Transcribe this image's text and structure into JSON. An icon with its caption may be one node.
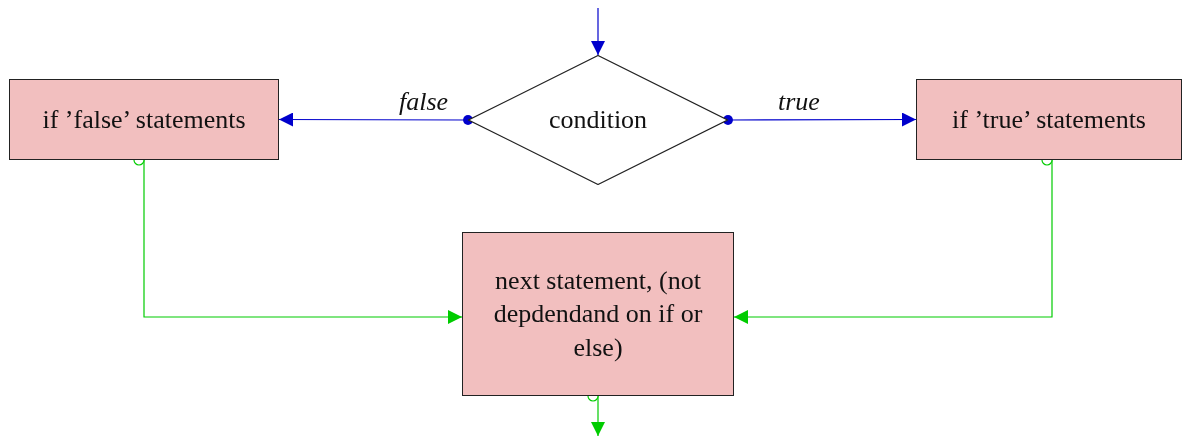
{
  "diagram": {
    "nodes": [
      {
        "text": [
          "condition"
        ]
      },
      {
        "text": [
          "if ’false’ statements"
        ]
      },
      {
        "text": [
          "if ’true’ statements"
        ]
      },
      {
        "text": [
          "next statement, (not depdendand on if or else)"
        ]
      }
    ],
    "edges": [
      {
        "from": null,
        "to": 0,
        "arrow": "to",
        "color": "#0000cc"
      },
      {
        "from": 0,
        "to": 1,
        "arrow": "to",
        "label": "false",
        "color": "#0000cc"
      },
      {
        "from": 0,
        "to": 2,
        "arrow": "to",
        "label": "true",
        "color": "#0000cc"
      },
      {
        "from": 1,
        "to": 3,
        "arrow": "to",
        "color": "#00cc00"
      },
      {
        "from": 2,
        "to": 3,
        "arrow": "to",
        "color": "#00cc00"
      },
      {
        "from": 3,
        "to": null,
        "arrow": "to",
        "color": "#00cc00"
      }
    ]
  }
}
